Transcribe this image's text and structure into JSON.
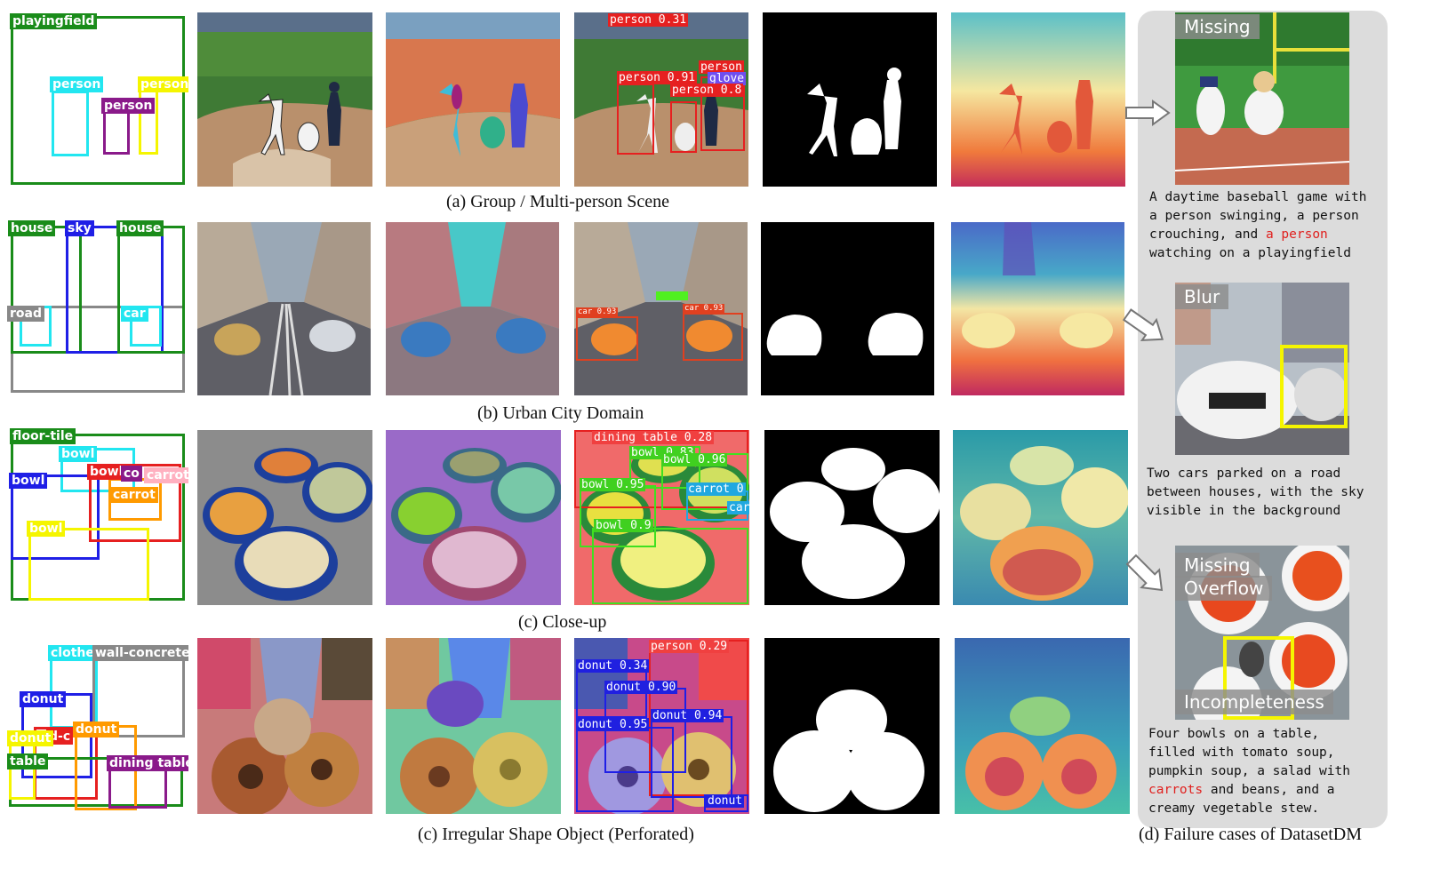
{
  "rows": [
    {
      "caption": "(a) Group / Multi-person Scene",
      "layout_labels": [
        "playingfield",
        "person",
        "person",
        "person"
      ],
      "det_labels": [
        "person 0.31",
        "person",
        "glove",
        "person 0.91",
        "person 0.8"
      ]
    },
    {
      "caption": "(b) Urban City Domain",
      "layout_labels": [
        "house",
        "sky",
        "house",
        "road",
        "car"
      ],
      "det_labels": [
        "car 0.93",
        "car 0.93"
      ]
    },
    {
      "caption": "(c) Close-up",
      "layout_labels": [
        "floor-tile",
        "bowl",
        "bowl",
        "bowl",
        "co",
        "carrot",
        "carrot",
        "bowl"
      ],
      "det_labels": [
        "dining table 0.28",
        "bowl 0.83",
        "bowl 0.96",
        "bowl 0.95",
        "carrot 0",
        "car",
        "bowl 0.9"
      ]
    },
    {
      "caption": "(c) Irregular Shape Object (Perforated)",
      "layout_labels": [
        "clothe",
        "wall-concrete",
        "donut",
        "d-c",
        "donut",
        "donut",
        "table",
        "dining table"
      ],
      "det_labels": [
        "person 0.29",
        "donut 0.34",
        "donut 0.90",
        "donut 0.94",
        "donut 0.95",
        "donut"
      ]
    }
  ],
  "failure": {
    "title": "(d) Failure cases of DatasetDM",
    "cases": [
      {
        "tags": [
          "Missing"
        ],
        "text_before": "A daytime baseball game with a person swinging, a person crouching, and ",
        "text_highlight": "a person",
        "text_after": " watching on a playingfield"
      },
      {
        "tags": [
          "Blur"
        ],
        "text_before": "Two cars parked on a road between houses, with the sky visible in the background",
        "text_highlight": "",
        "text_after": ""
      },
      {
        "tags": [
          "Missing",
          "Overflow",
          "Incompleteness"
        ],
        "text_before": "Four bowls on a table, filled with tomato soup, pumpkin soup, a salad with ",
        "text_highlight": "carrots",
        "text_after": " and beans, and a creamy vegetable stew."
      }
    ]
  },
  "colors": {
    "green": "#1a8c1a",
    "cyan": "#22e6f0",
    "yellow": "#f5f500",
    "purple": "#8a1a8a",
    "blue": "#1f1fe6",
    "gray": "#888888",
    "red": "#e62020",
    "orange": "#ff9a00",
    "pink": "#ffb0c0",
    "highlight": "#e0201e"
  }
}
